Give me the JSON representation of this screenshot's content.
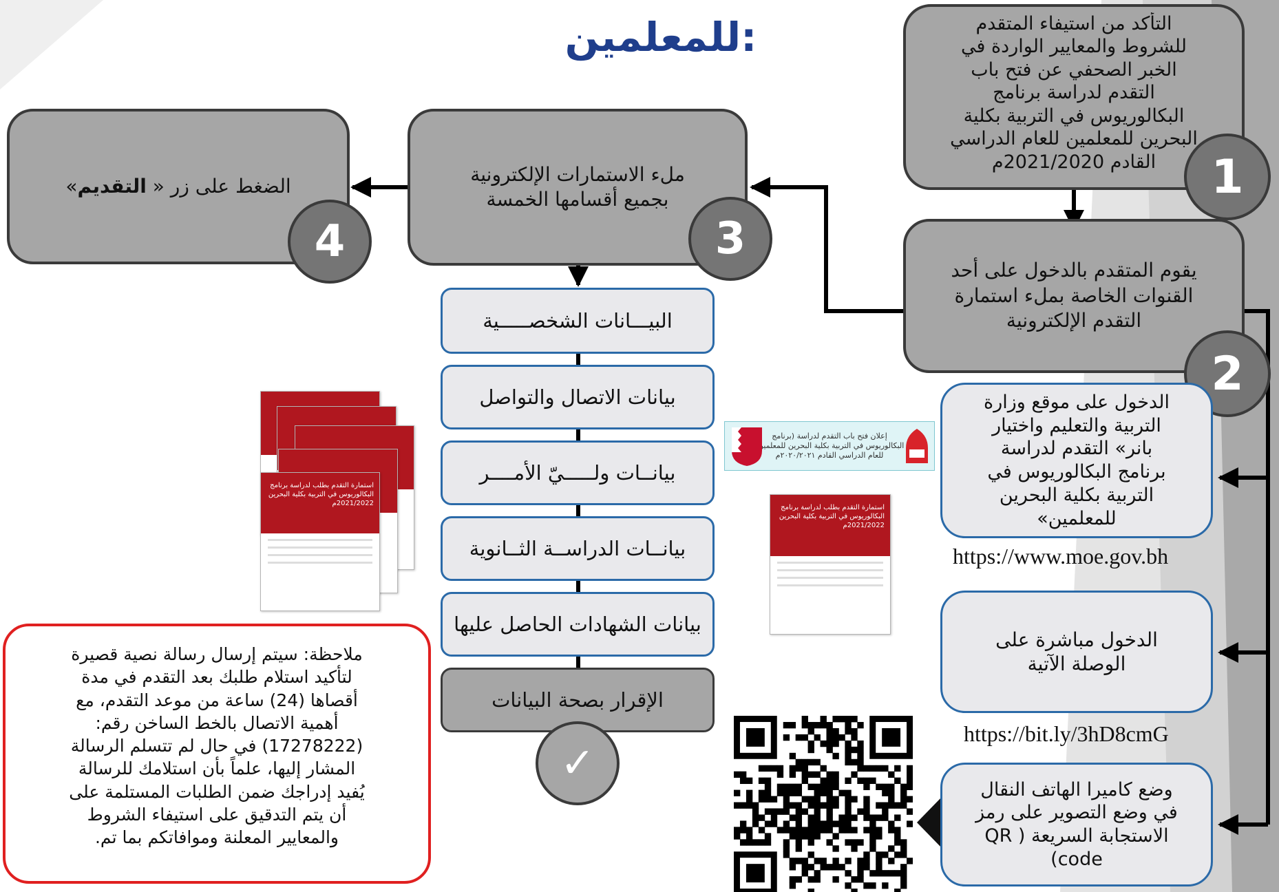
{
  "title": ":للمعلمين",
  "steps": {
    "step1": {
      "lines": [
        "التأكد من استيفاء المتقدم",
        "للشروط والمعايير الواردة في",
        "الخبر الصحفي عن فتح باب",
        "التقدم لدراسة برنامج",
        "البكالوريوس في التربية بكلية",
        "البحرين للمعلمين للعام الدراسي",
        "القادم 2021/2020م"
      ],
      "number": "1"
    },
    "step2": {
      "lines": [
        "يقوم المتقدم بالدخول على أحد",
        "القنوات الخاصة بملء استمارة",
        "التقدم الإلكترونية"
      ],
      "number": "2"
    },
    "step3": {
      "lines": [
        "ملء الاستمارات الإلكترونية",
        "بجميع أقسامها الخمسة"
      ],
      "number": "3"
    },
    "step4": {
      "prefix": "الضغط على زر « ",
      "bold": "التقديم",
      "suffix": "»",
      "number": "4"
    }
  },
  "sections": [
    "البيـــانات الشخصـــــية",
    "بيانات الاتصال والتواصل",
    "بيانــات ولـــــيّ الأمــــر",
    "بيانــات الدراســة الثــانوية",
    "بيانات الشهادات الحاصل عليها"
  ],
  "confirmation": "الإقرار بصحة البيانات",
  "check_mark": "✓",
  "channels": {
    "website": {
      "lines": [
        "الدخول على موقع وزارة",
        "التربية والتعليم واختيار",
        "بانر» التقدم لدراسة",
        "برنامج البكالوريوس في",
        "التربية بكلية البحرين",
        "للمعلمين»"
      ],
      "url": "https://www.moe.gov.bh"
    },
    "direct": {
      "lines": [
        "الدخول مباشرة على",
        "الوصلة الآتية"
      ],
      "url": "https://bit.ly/3hD8cmG"
    },
    "qr": {
      "lines": [
        "وضع كاميرا الهاتف النقال",
        "في وضع التصوير على رمز",
        "الاستجابة السريعة ( QR",
        "code)"
      ]
    }
  },
  "note": {
    "lines": [
      "ملاحظة: سيتم إرسال رسالة نصية قصيرة",
      "لتأكيد استلام طلبك بعد التقدم في مدة",
      "أقصاها (24) ساعة من موعد التقدم، مع",
      "أهمية الاتصال بالخط الساخن رقم:",
      "(17278222) في حال لم تتسلم الرسالة",
      "المشار إليها، علماً بأن استلامك للرسالة",
      "يُفيد إدراجك ضمن الطلبات المستلمة على",
      "أن يتم التدقيق على استيفاء الشروط",
      "والمعايير المعلنة وموافاتكم بما تم."
    ]
  },
  "form_preview": {
    "header_lines": [
      "استمارة التقدم بطلب لدراسة برنامج",
      "البكالوريوس في التربية بكلية البحرين",
      "2021/2022م"
    ]
  },
  "banner": {
    "lines": [
      "إعلان فتح باب التقدم لدراسة (برنامج",
      "البكالوريوس في التربية بكلية البحرين للمعلمين)",
      "للعام الدراسي القادم ٢٠٢٠/٢٠٢١م"
    ]
  },
  "colors": {
    "title": "#1f3e8c",
    "box_fill": "#a6a6a6",
    "box_border": "#3a3a3a",
    "section_border": "#2b6aa8",
    "note_border": "#e02020",
    "form_header": "#b0171f"
  }
}
